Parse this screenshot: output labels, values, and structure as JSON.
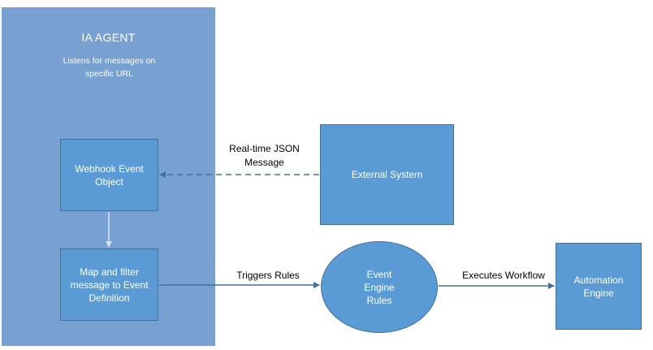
{
  "agent": {
    "title": "IA AGENT",
    "subtitle": "Listens for messages on specific URL"
  },
  "nodes": {
    "webhook_event": "Webhook Event Object",
    "map_filter": "Map and filter message to Event Definition",
    "external_system": "External System",
    "event_engine_rules": "Event Engine Rules",
    "automation_engine": "Automation Engine"
  },
  "edges": {
    "realtime_message": "Real-time JSON Message",
    "triggers_rules": "Triggers Rules",
    "executes_workflow": "Executes Workflow"
  },
  "colors": {
    "agent_panel": "#78a0d0",
    "node_fill": "#5b9bd5",
    "node_border": "#41719c",
    "connector": "#41719c",
    "internal_connector": "#bdd0ea"
  }
}
